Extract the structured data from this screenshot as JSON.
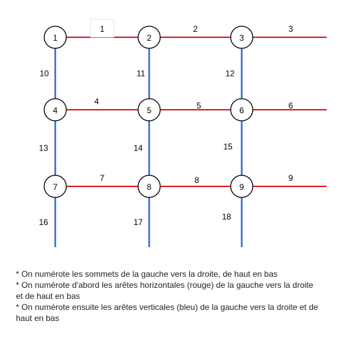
{
  "colors": {
    "horizontal_edge": "#e01b24",
    "vertical_edge": "#3a6fd1",
    "node_stroke": "#000000"
  },
  "nodes": [
    {
      "id": 1,
      "label": "1"
    },
    {
      "id": 2,
      "label": "2"
    },
    {
      "id": 3,
      "label": "3"
    },
    {
      "id": 4,
      "label": "4"
    },
    {
      "id": 5,
      "label": "5"
    },
    {
      "id": 6,
      "label": "6"
    },
    {
      "id": 7,
      "label": "7"
    },
    {
      "id": 8,
      "label": "8"
    },
    {
      "id": 9,
      "label": "9"
    }
  ],
  "horizontal_edges": [
    {
      "label": "1",
      "from": 1,
      "to": 2
    },
    {
      "label": "2",
      "from": 2,
      "to": 3
    },
    {
      "label": "3",
      "from": 3,
      "to": null
    },
    {
      "label": "4",
      "from": 4,
      "to": 5
    },
    {
      "label": "5",
      "from": 5,
      "to": 6
    },
    {
      "label": "6",
      "from": 6,
      "to": null
    },
    {
      "label": "7",
      "from": 7,
      "to": 8
    },
    {
      "label": "8",
      "from": 8,
      "to": 9
    },
    {
      "label": "9",
      "from": 9,
      "to": null
    }
  ],
  "vertical_edges": [
    {
      "label": "10",
      "from": 1,
      "to": 4
    },
    {
      "label": "11",
      "from": 2,
      "to": 5
    },
    {
      "label": "12",
      "from": 3,
      "to": 6
    },
    {
      "label": "13",
      "from": 4,
      "to": 7
    },
    {
      "label": "14",
      "from": 5,
      "to": 8
    },
    {
      "label": "15",
      "from": 6,
      "to": 9
    },
    {
      "label": "16",
      "from": 7,
      "to": null
    },
    {
      "label": "17",
      "from": 8,
      "to": null
    },
    {
      "label": "18",
      "from": 9,
      "to": null
    }
  ],
  "notes": [
    "* On numérote les sommets de la gauche vers la droite, de haut en bas",
    "* On numérote d'abord les arêtes horizontales (rouge) de la gauche vers la droite et de haut en bas",
    "* On numérote ensuite les arêtes verticales (bleu) de la gauche vers la droite et de haut en bas"
  ]
}
